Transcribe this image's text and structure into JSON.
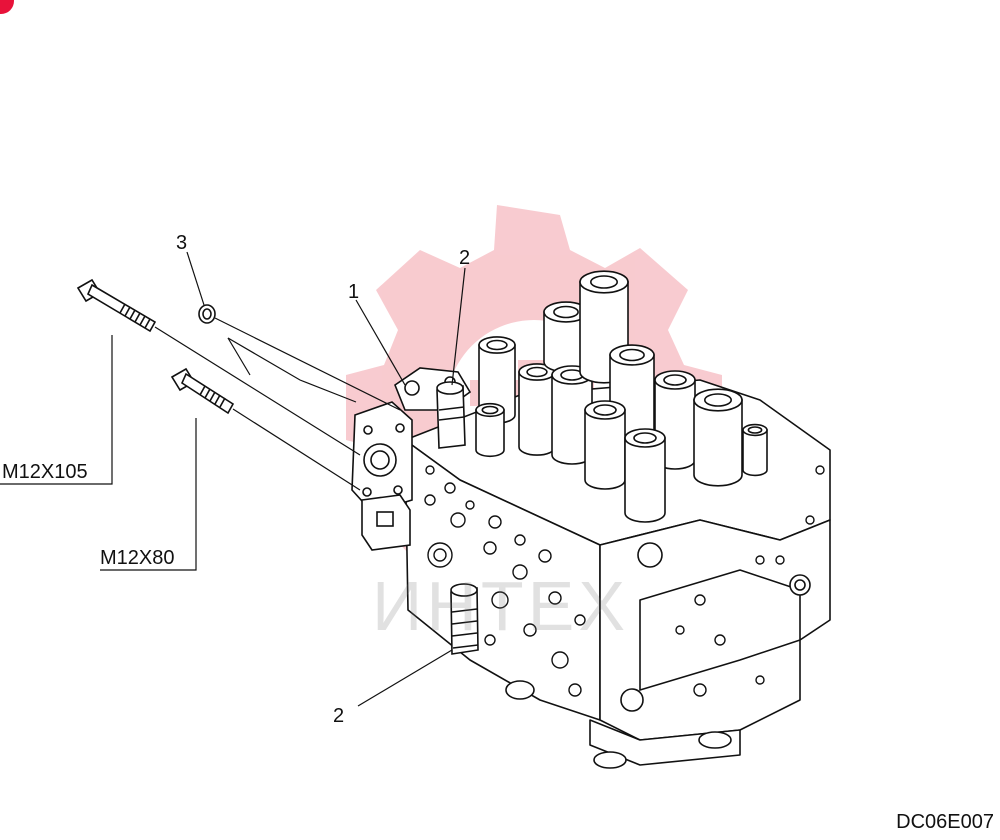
{
  "colors": {
    "line": "#111111",
    "watermark_gear": "#f4a9b0",
    "watermark_text": "#9a9a9a",
    "corner_badge": "#e8123a"
  },
  "icons": {
    "corner": "red-circle-badge-icon",
    "watermark": "gear-watermark-icon"
  },
  "labels": {
    "item1": "1",
    "item2_top": "2",
    "item2_bottom": "2",
    "item3": "3",
    "bolt_long": "M12X105",
    "bolt_short": "M12X80"
  },
  "watermark_text": "ИНТЕХ",
  "drawing_code": "DC06E007"
}
